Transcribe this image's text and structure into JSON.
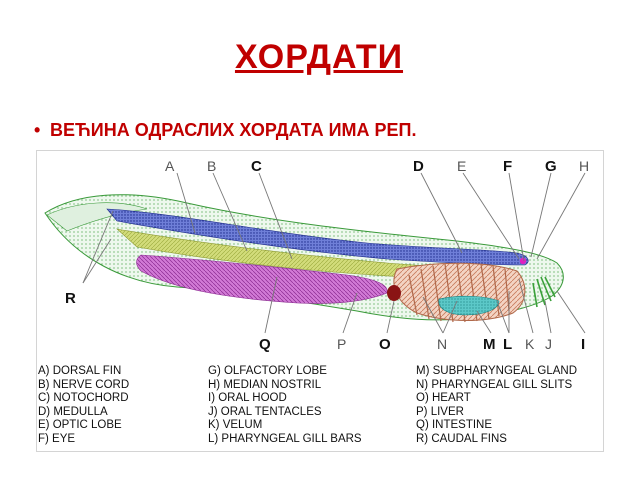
{
  "slide": {
    "title": "ХОРДАТИ",
    "bullet": "ВЕЋИНА ОДРАСЛИХ ХОРДАТА ИМА РЕП."
  },
  "diagram": {
    "labels": [
      "A",
      "B",
      "C",
      "D",
      "E",
      "F",
      "G",
      "H",
      "R",
      "Q",
      "P",
      "O",
      "N",
      "M",
      "L",
      "K",
      "J",
      "I"
    ],
    "legend": [
      [
        "A) DORSAL FIN",
        "B) NERVE CORD",
        "C) NOTOCHORD",
        "D) MEDULLA",
        "E) OPTIC LOBE",
        "F) EYE"
      ],
      [
        "G) OLFACTORY LOBE",
        "H) MEDIAN NOSTRIL",
        "I) ORAL HOOD",
        "J) ORAL TENTACLES",
        "K) VELUM",
        "L) PHARYNGEAL GILL BARS"
      ],
      [
        "M) SUBPHARYNGEAL GLAND",
        "N) PHARYNGEAL GILL SLITS",
        "O) HEART",
        "P) LIVER",
        "Q) INTESTINE",
        "R) CAUDAL FINS"
      ]
    ],
    "colors": {
      "body_outline": "#3a9a3a",
      "dorsal_fin": "#2f3fa8",
      "notochord": "#b8c84a",
      "intestine": "#b040b8",
      "gills": "#c87a5a",
      "gland": "#30b0b0",
      "heart": "#8a1414",
      "oral_tentacles": "#3aa03a",
      "eye": "#e020c0"
    }
  }
}
